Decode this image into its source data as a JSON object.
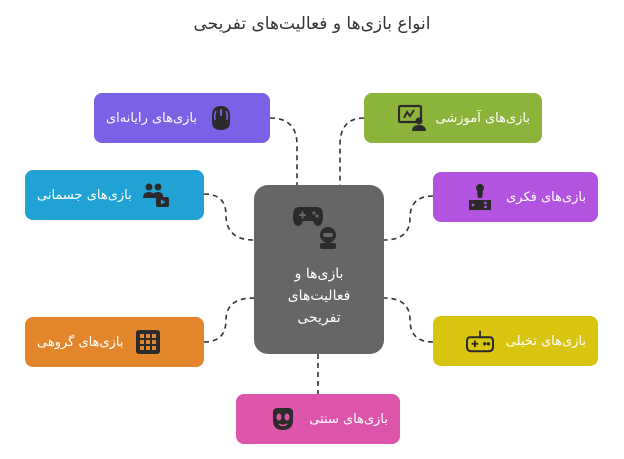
{
  "title": "انواع بازی‌ها و فعالیت‌های تفریحی",
  "center": {
    "lines": [
      "بازی‌ها و",
      "فعالیت‌های",
      "تفریحی"
    ]
  },
  "nodes": {
    "computer": {
      "label": "بازی‌های رایانه‌ای",
      "color": "#7b61e6",
      "icon": "mouse-icon"
    },
    "physical": {
      "label": "بازی‌های جسمانی",
      "color": "#20a3d4",
      "icon": "people-play-icon"
    },
    "group": {
      "label": "بازی‌های گروهی",
      "color": "#e3862b",
      "icon": "grid-icon"
    },
    "traditional": {
      "label": "بازی‌های سنتی",
      "color": "#dc55aa",
      "icon": "mask-icon"
    },
    "educational": {
      "label": "بازی‌های آموزشی",
      "color": "#8db43a",
      "icon": "teacher-board-icon"
    },
    "mental": {
      "label": "بازی‌های فکری",
      "color": "#b254e0",
      "icon": "chess-icon"
    },
    "imaginative": {
      "label": "بازی‌های تخیلی",
      "color": "#d9c40f",
      "icon": "gamepad-icon"
    }
  }
}
